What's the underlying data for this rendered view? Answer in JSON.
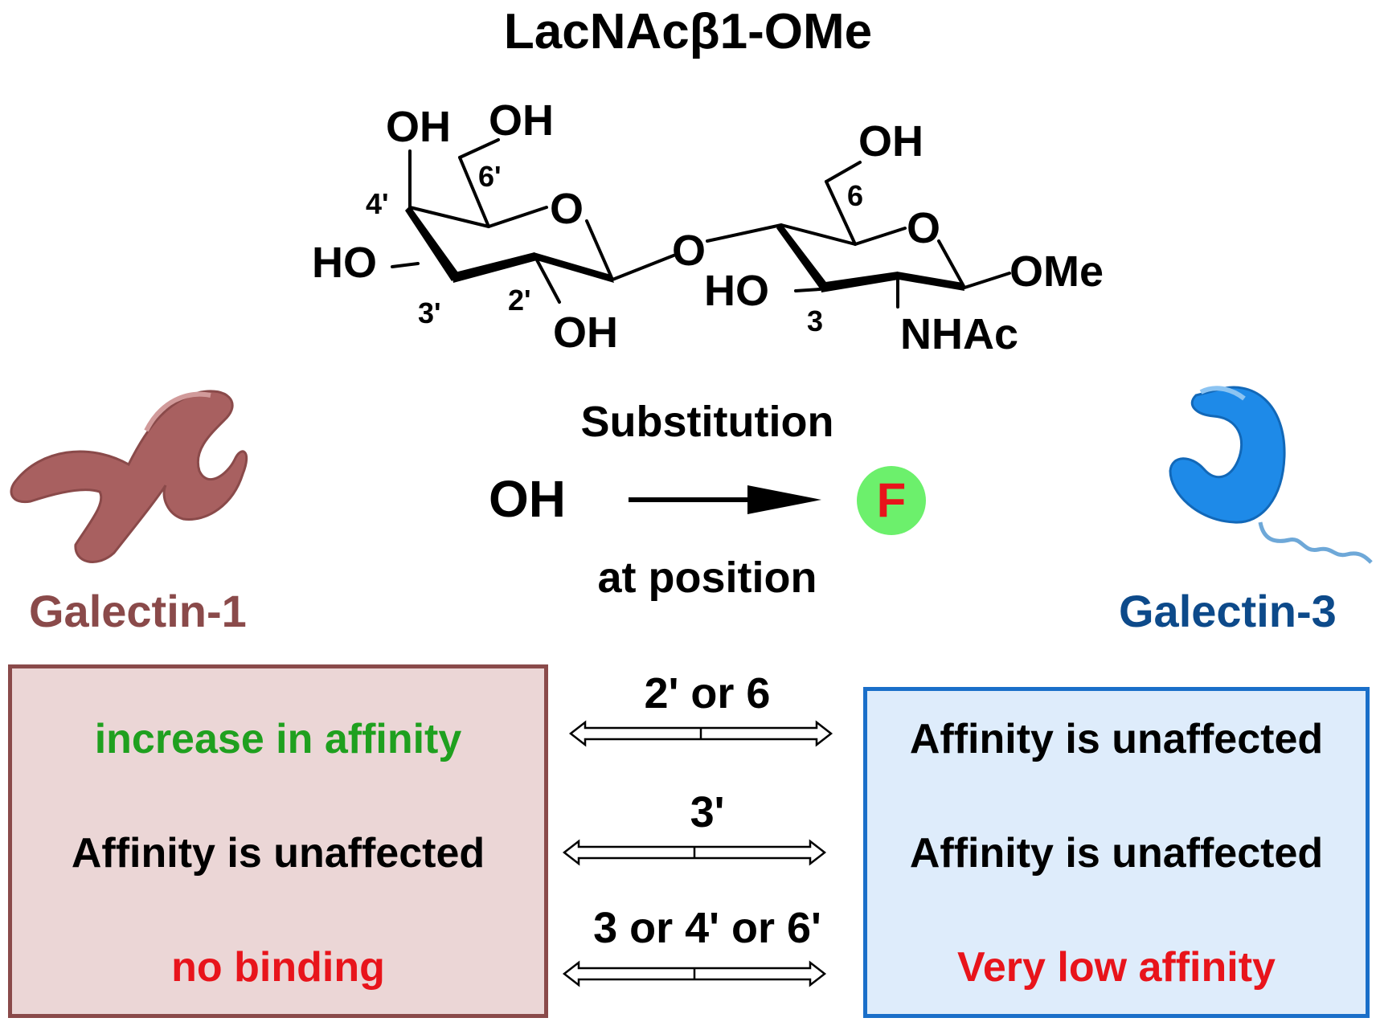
{
  "title": "LacNAcβ1-OMe",
  "molecule": {
    "gal_labels": {
      "oh_4": "OH",
      "oh_6": "OH",
      "ho_3": "HO",
      "oh_2": "OH",
      "ring_o": "O",
      "pos_4": "4'",
      "pos_6": "6'",
      "pos_3": "3'",
      "pos_2": "2'"
    },
    "link_o": "O",
    "glc_labels": {
      "oh_6": "OH",
      "ring_o": "O",
      "ome": "OMe",
      "ho_3": "HO",
      "nhac": "NHAc",
      "pos_6": "6",
      "pos_3": "3"
    }
  },
  "substitution": {
    "title": "Substitution",
    "from": "OH",
    "to": "F",
    "subtitle": "at position"
  },
  "galectin1": {
    "name": "Galectin-1",
    "color": "#8a4a4a",
    "icon": "galectin-1-protein-icon"
  },
  "galectin3": {
    "name": "Galectin-3",
    "color": "#0d4a8a",
    "icon": "galectin-3-protein-icon"
  },
  "comparisons": [
    {
      "positions": "2' or 6",
      "galectin1": "increase in affinity",
      "galectin1_color": "#1fa01f",
      "galectin3": "Affinity is unaffected",
      "galectin3_color": "#000000"
    },
    {
      "positions": "3'",
      "galectin1": "Affinity is unaffected",
      "galectin1_color": "#000000",
      "galectin3": "Affinity is unaffected",
      "galectin3_color": "#000000"
    },
    {
      "positions": "3 or 4' or 6'",
      "galectin1": "no binding",
      "galectin1_color": "#e8141b",
      "galectin3": "Very low affinity",
      "galectin3_color": "#e8141b"
    }
  ]
}
